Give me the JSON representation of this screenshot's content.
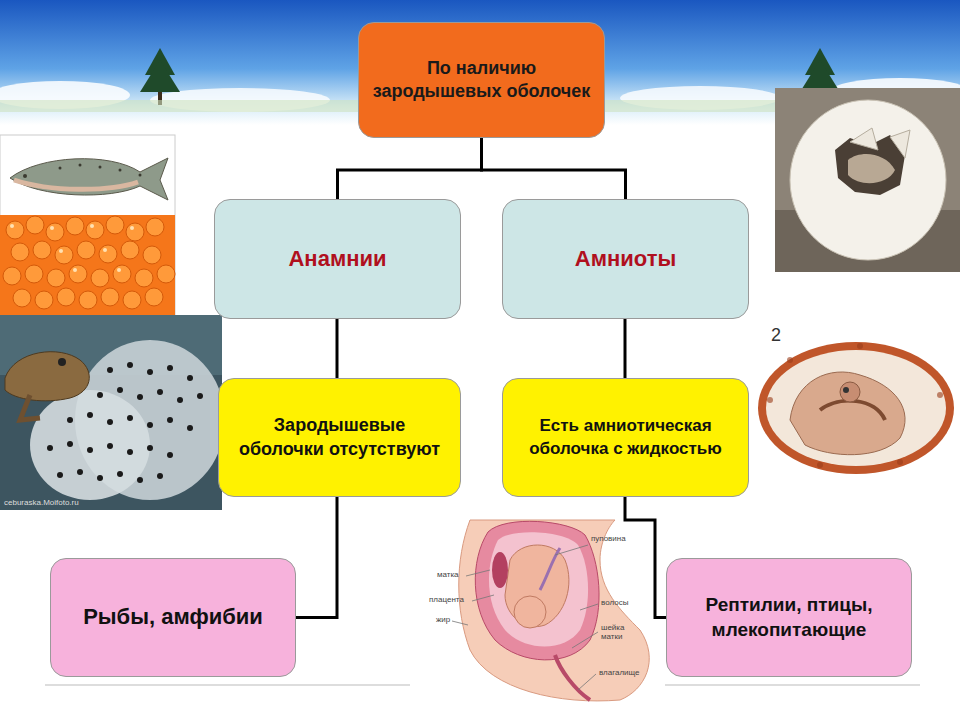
{
  "diagram": {
    "nodes": [
      {
        "text": [
          "По наличию зародышевых оболочек"
        ]
      },
      {
        "text": [
          "Анамнии"
        ]
      },
      {
        "text": [
          "Амниоты"
        ]
      },
      {
        "text": [
          "Зародышевые оболочки отсутствуют"
        ]
      },
      {
        "text": [
          "Есть амниотическая оболочка с жидкостью"
        ]
      },
      {
        "text": [
          "Рыбы, амфибии"
        ]
      },
      {
        "text": [
          "Рептилии, птицы, млекопитающие"
        ]
      }
    ],
    "edges": [
      {
        "from": 0,
        "to": 1,
        "arrow": "none"
      },
      {
        "from": 0,
        "to": 2,
        "arrow": "none"
      },
      {
        "from": 1,
        "to": 3,
        "arrow": "none"
      },
      {
        "from": 2,
        "to": 4,
        "arrow": "none"
      },
      {
        "from": 3,
        "to": 5,
        "arrow": "none"
      },
      {
        "from": 4,
        "to": 6,
        "arrow": "none"
      }
    ],
    "labels": [
      "2",
      "пуповина",
      "матка",
      "плацента",
      "жир",
      "волосы",
      "шейка матки",
      "влагалище",
      "ceburaska.Moifoto.ru"
    ]
  }
}
